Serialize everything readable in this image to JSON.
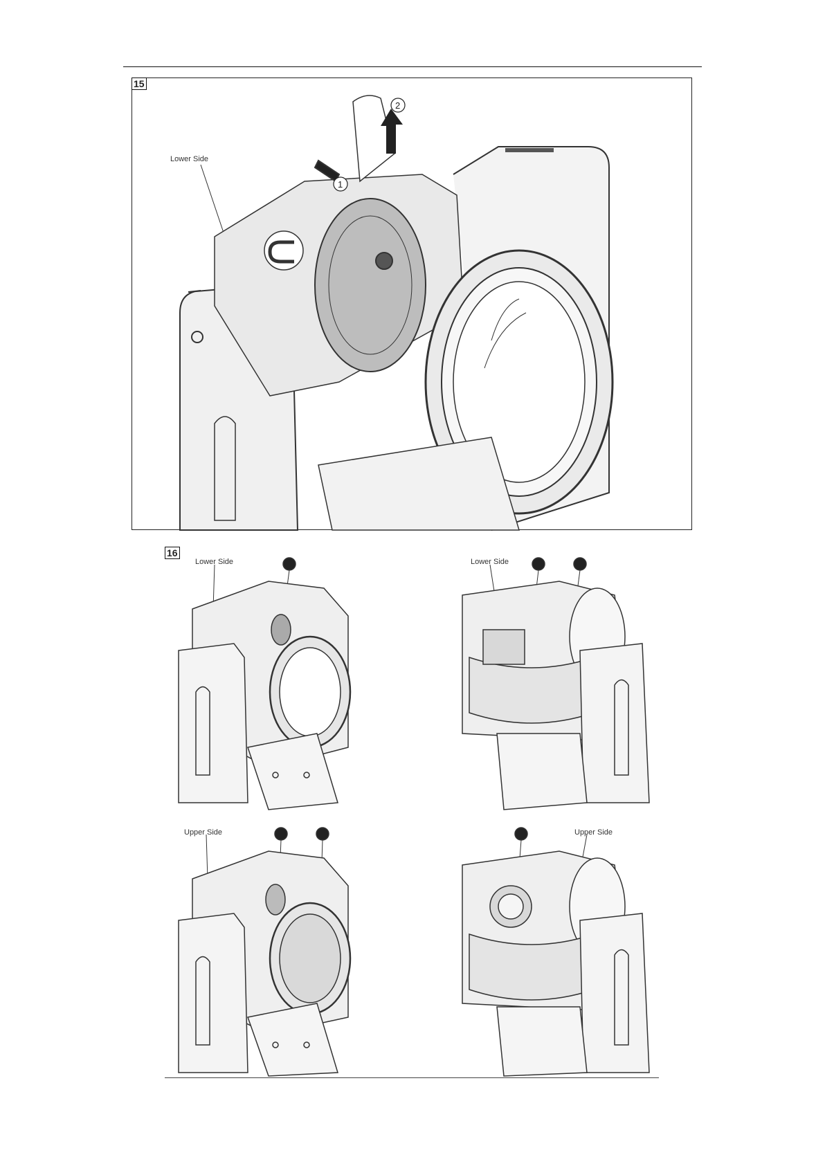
{
  "fig15": {
    "number": "15",
    "lower_side_label": "Lower Side",
    "step1": "1",
    "step2": "2"
  },
  "fig16": {
    "number": "16",
    "views": [
      {
        "side_label": "Lower Side"
      },
      {
        "side_label": "Lower Side"
      },
      {
        "side_label": "Upper Side"
      },
      {
        "side_label": "Upper Side"
      }
    ]
  }
}
